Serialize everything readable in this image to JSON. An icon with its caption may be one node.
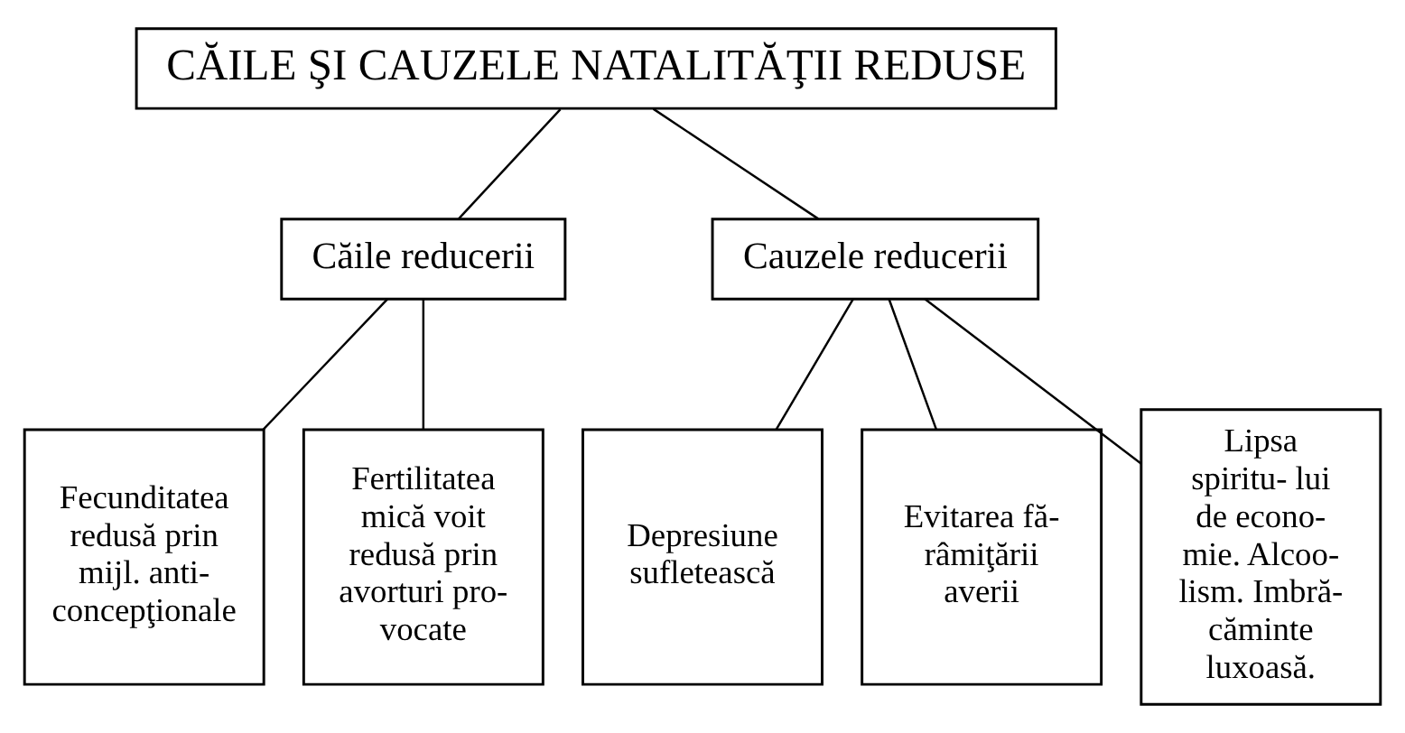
{
  "diagram": {
    "nodes": [
      {
        "text": [
          "CĂILE ŞI CAUZELE NATALITĂŢII REDUSE"
        ]
      },
      {
        "text": [
          "Căile reducerii"
        ]
      },
      {
        "text": [
          "Cauzele reducerii"
        ]
      },
      {
        "text": [
          "Fecunditatea redusă prin mijl. anti- concepţionale"
        ]
      },
      {
        "text": [
          "Fertilitatea mică voit redusă prin avorturi pro- vocate"
        ]
      },
      {
        "text": [
          "Depresiune sufletească"
        ]
      },
      {
        "text": [
          "Evitarea fă- râmiţării averii"
        ]
      },
      {
        "text": [
          "Lipsa spiritu- lui de econo- mie. Alcoo- lism. Imbră- căminte luxoasă."
        ]
      }
    ],
    "edges": [
      {
        "from": 0,
        "to": 1,
        "arrow": "none"
      },
      {
        "from": 0,
        "to": 2,
        "arrow": "none"
      },
      {
        "from": 1,
        "to": 3,
        "arrow": "none"
      },
      {
        "from": 1,
        "to": 4,
        "arrow": "none"
      },
      {
        "from": 2,
        "to": 5,
        "arrow": "none"
      },
      {
        "from": 2,
        "to": 6,
        "arrow": "none"
      },
      {
        "from": 2,
        "to": 7,
        "arrow": "none"
      }
    ]
  }
}
